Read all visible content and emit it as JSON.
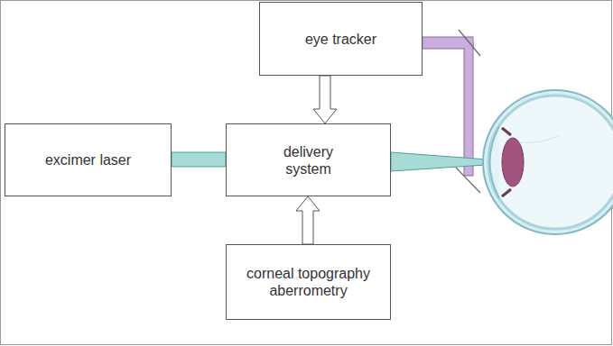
{
  "diagram": {
    "nodes": [
      {
        "text": [
          "eye tracker"
        ]
      },
      {
        "text": [
          "excimer laser"
        ]
      },
      {
        "text": [
          "delivery system"
        ]
      },
      {
        "text": [
          "corneal topography aberrometry"
        ]
      }
    ],
    "edges": [
      {
        "from": 0,
        "to": 2,
        "arrow": "to"
      },
      {
        "from": 1,
        "to": 2,
        "arrow": "none"
      },
      {
        "from": 3,
        "to": 2,
        "arrow": "to"
      }
    ]
  }
}
